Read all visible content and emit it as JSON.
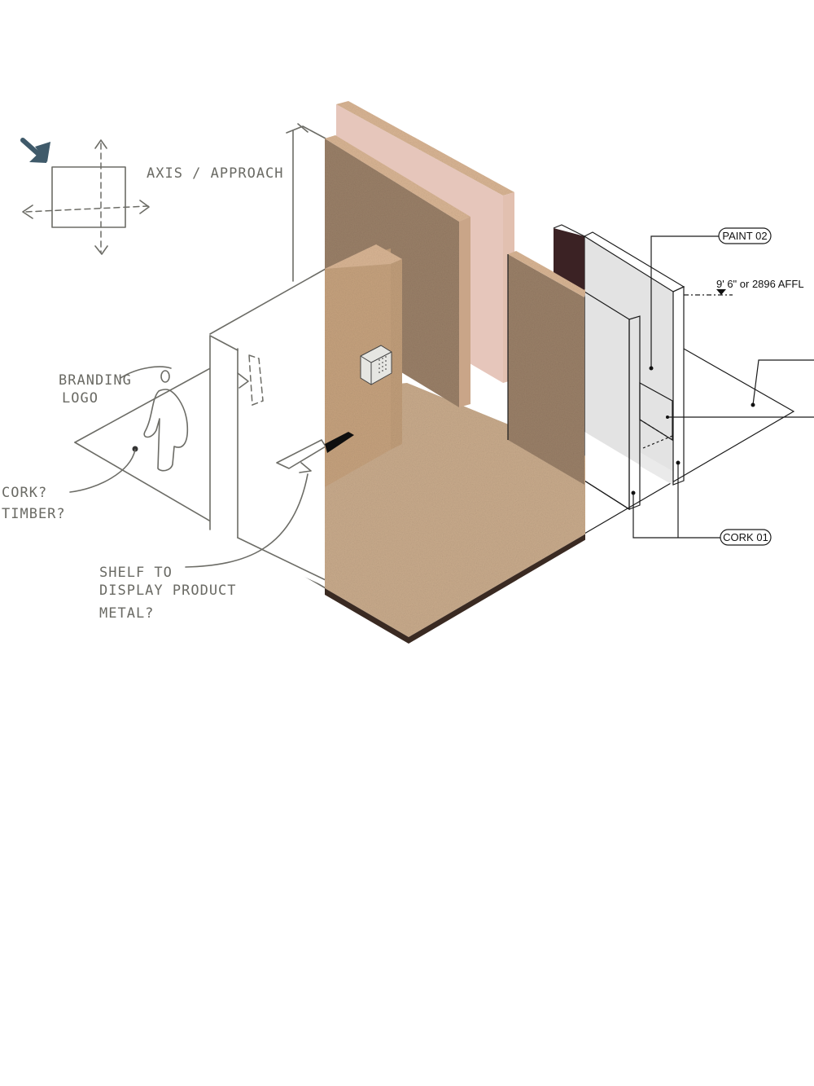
{
  "sketch": {
    "axis_label": "AXIS / APPROACH",
    "branding_label_line1": "BRANDING",
    "branding_label_line2": "LOGO",
    "material_label_line1": "CORK?",
    "material_label_line2": "TIMBER?",
    "shelf_label_line1": "SHELF TO",
    "shelf_label_line2": "DISPLAY PRODUCT",
    "shelf_label_line3": "METAL?"
  },
  "callouts": {
    "paint": "PAINT 02",
    "cork": "CORK 01",
    "height": "9' 6\" or 2896 AFFL"
  },
  "colors": {
    "cork": "#b0957a",
    "cork_dark": "#9a8068",
    "cork_edge": "#d9b594",
    "pink_panel": "#e6c6bb",
    "plum": "#3b2224",
    "light_grey": "#e3e3e3",
    "approach_arrow": "#3f5a6a"
  },
  "icons": {
    "approach": "approach-arrow-icon",
    "axis": "axis-cross-icon",
    "person": "person-silhouette-icon",
    "speaker": "speaker-box-icon"
  }
}
